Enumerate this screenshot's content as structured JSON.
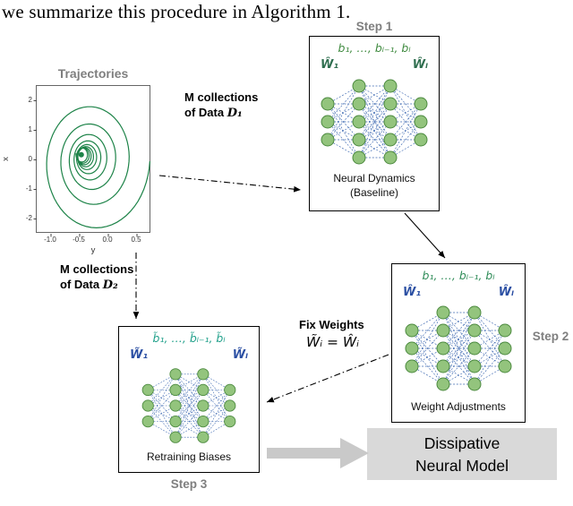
{
  "figure": {
    "top_text": "we summarize this procedure in Algorithm 1."
  },
  "trajectories": {
    "title": "Trajectories",
    "xlabel": "y",
    "ylabel": "x",
    "xticks": [
      "-1.0",
      "-0.5",
      "0.0",
      "0.5"
    ],
    "yticks": [
      "2",
      "1",
      "0",
      "-1",
      "-2"
    ]
  },
  "step1": {
    "label": "Step 1",
    "biases": "b₁, …, bₗ₋₁, bₗ",
    "w_left": "Ŵ₁",
    "w_right": "Ŵₗ",
    "caption1": "Neural Dynamics",
    "caption2": "(Baseline)"
  },
  "step2": {
    "label": "Step 2",
    "biases": "b₁, …, bₗ₋₁, bₗ",
    "w_left": "Ŵ₁",
    "w_right": "Ŵₗ",
    "caption": "Weight Adjustments"
  },
  "step3": {
    "label": "Step 3",
    "biases": "b̃₁, …, b̃ₗ₋₁, b̃ₗ",
    "w_left": "W̃₁",
    "w_right": "W̃ₗ",
    "caption": "Retraining Biases"
  },
  "annotations": {
    "data1_line1": "M collections",
    "data1_line2": "of Data",
    "data1_symbol": "D₁",
    "data2_line1": "M collections",
    "data2_line2": "of Data",
    "data2_symbol": "D₂",
    "fix_weights": "Fix Weights",
    "fix_weights_eq": "W̃ᵢ = Ŵᵢ"
  },
  "output": {
    "line1": "Dissipative",
    "line2": "Neural Model"
  },
  "colors": {
    "node_green": "#93c47d",
    "node_border_green": "#4c8a3f",
    "edge_blue": "#3a66b0",
    "bias_green_step1": "#3f8a3f",
    "bias_green_step2": "#2e8b57",
    "bias_teal_step3": "#20a08a",
    "weights_green": "#2f6e4f",
    "weights_blue": "#2b4fa3",
    "trajectory_green": "#1d8348",
    "step_label_gray": "#7f7f7f",
    "output_box_gray": "#d9d9d9"
  }
}
